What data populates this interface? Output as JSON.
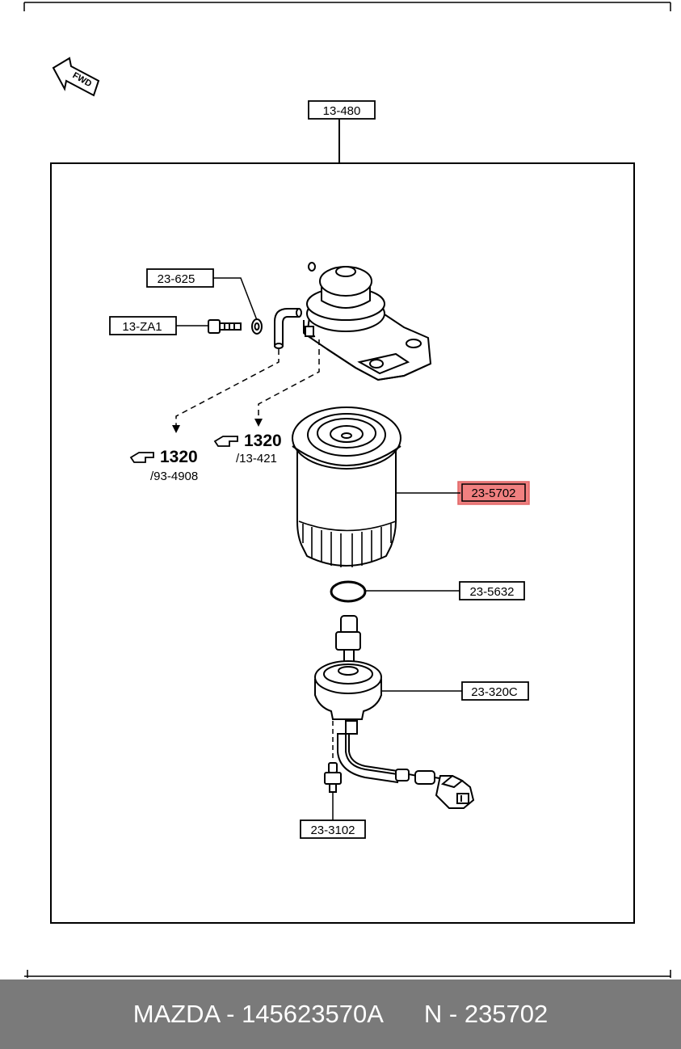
{
  "fwd_label": "FWD",
  "part_labels": {
    "top_assembly": "13-480",
    "gasket": "23-625",
    "bolt": "13-ZA1",
    "filter_cartridge": "23-5702",
    "o_ring": "23-5632",
    "sensor_housing": "23-320C",
    "drain_plug": "23-3102"
  },
  "references": {
    "left": {
      "section": "1320",
      "page": "/93-4908"
    },
    "right": {
      "section": "1320",
      "page": "/13-421"
    }
  },
  "highlight_color": "#f08080",
  "footer": {
    "brand": "MAZDA",
    "part_number": "145623570A",
    "n_code": "235702"
  }
}
